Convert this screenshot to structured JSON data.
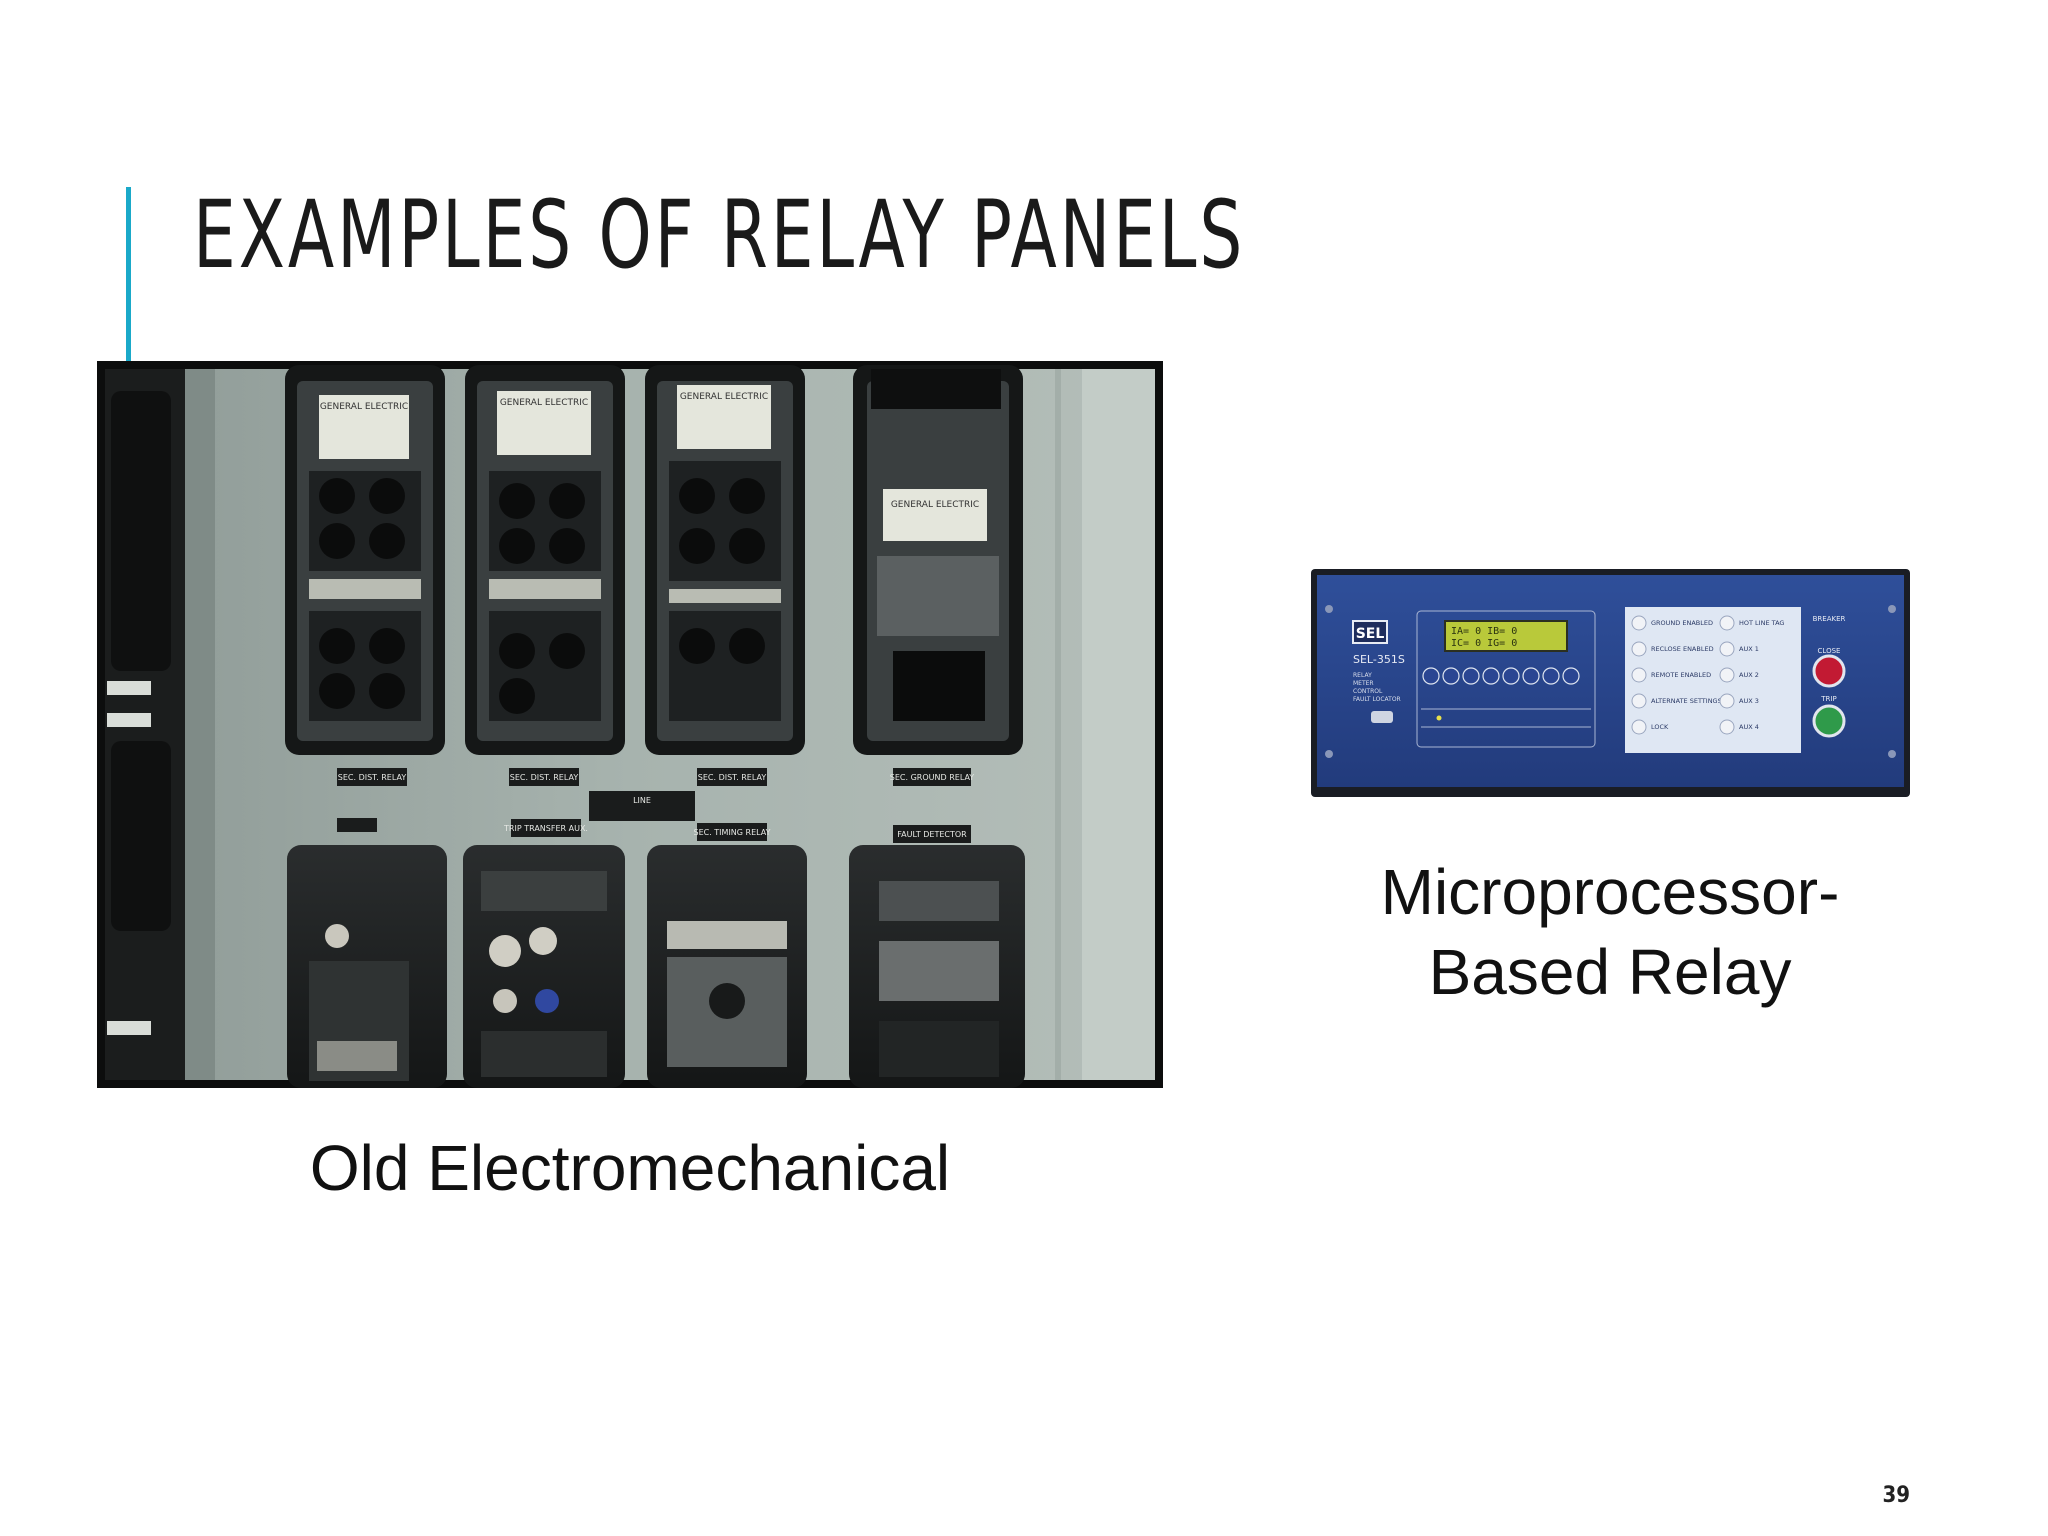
{
  "slide": {
    "title": "EXAMPLES OF RELAY PANELS",
    "page_number": "39",
    "accent_color": "#1aa9c9"
  },
  "left_figure": {
    "caption": "Old Electromechanical",
    "labels": {
      "relay_brand_1": "GENERAL ELECTRIC",
      "relay_brand_2": "GENERAL ELECTRIC",
      "relay_brand_3": "GENERAL ELECTRIC",
      "relay_brand_4": "GENERAL ELECTRIC",
      "plate_1": "SEC. DIST. RELAY",
      "plate_2": "SEC. DIST. RELAY",
      "plate_3": "SEC. DIST. RELAY",
      "plate_4": "SEC. GROUND RELAY",
      "plate_center": "LINE",
      "plate_5": "TRIP TRANSFER AUX.",
      "plate_6": "SEC. TIMING RELAY",
      "plate_7": "FAULT DETECTOR"
    }
  },
  "right_figure": {
    "caption_line1": "Microprocessor-",
    "caption_line2": "Based Relay",
    "device": {
      "brand": "SEL",
      "model": "SEL-351S",
      "functions": [
        "RELAY",
        "METER",
        "CONTROL",
        "FAULT LOCATOR"
      ],
      "display_row1": "IA=   0 IB=   0",
      "display_row2": "IC=   0 IG=   0",
      "status_labels": [
        "GROUND ENABLED",
        "RECLOSE ENABLED",
        "REMOTE ENABLED",
        "ALTERNATE SETTINGS",
        "LOCK"
      ],
      "aux_labels": [
        "HOT LINE TAG",
        "AUX 1",
        "AUX 2",
        "AUX 3",
        "AUX 4"
      ],
      "breaker_label": "BREAKER",
      "close_label": "CLOSE",
      "trip_label": "TRIP"
    }
  }
}
